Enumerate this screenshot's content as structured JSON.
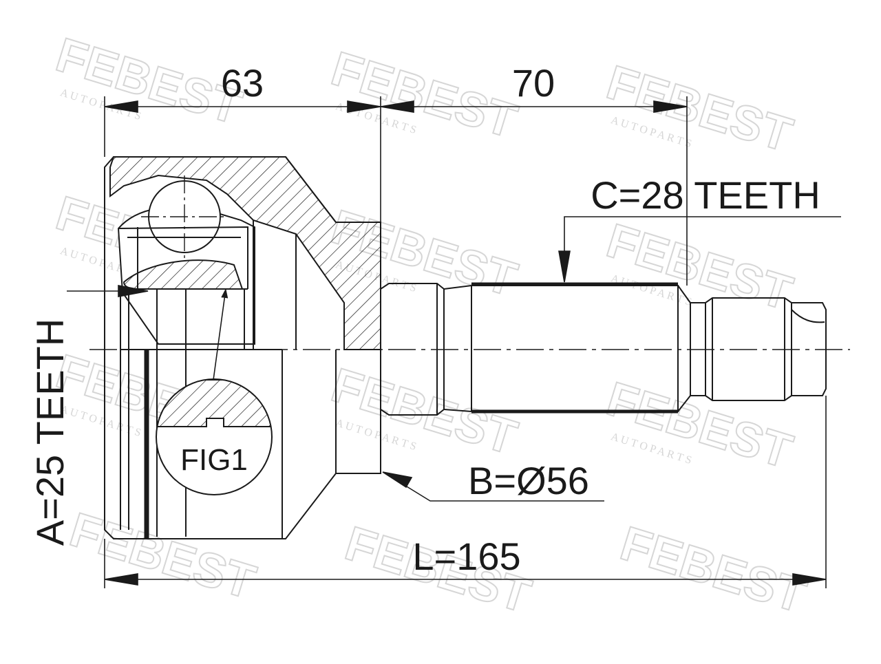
{
  "dimensions": {
    "length_left": "63",
    "length_right": "70",
    "total_length": "L=165"
  },
  "callouts": {
    "outer_splines": "C=28 TEETH",
    "inner_splines": "A=25 TEETH",
    "abs_diameter": "B=Ø56",
    "detail_label": "FIG1"
  },
  "watermark": {
    "brand": "FEBEST",
    "tagline": "A U T O   P A R T S"
  },
  "colors": {
    "line": "#1a1a1a",
    "watermark": "#d9d9d9"
  }
}
